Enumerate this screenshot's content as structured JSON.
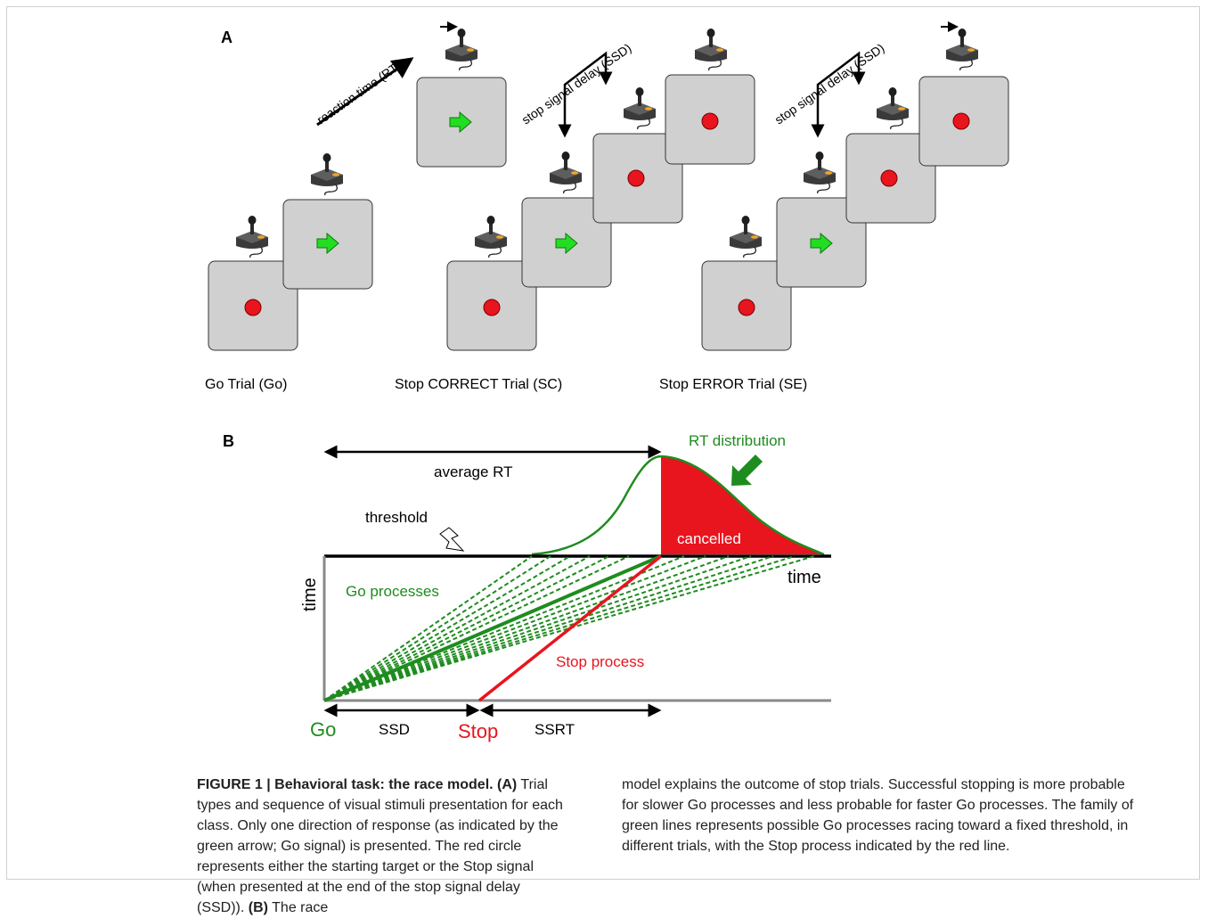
{
  "panelA": {
    "label": "A",
    "rt_label": "reaction time (RT)",
    "ssd_label_1": "stop signal delay (SSD)",
    "ssd_label_2": "stop signal delay (SSD)",
    "trial_go": "Go Trial (Go)",
    "trial_sc": "Stop CORRECT Trial (SC)",
    "trial_se": "Stop ERROR Trial (SE)"
  },
  "panelB": {
    "label": "B",
    "average_rt": "average RT",
    "rt_distribution": "RT distribution",
    "threshold": "threshold",
    "cancelled": "cancelled",
    "time_y": "time",
    "time_x": "time",
    "go_processes": "Go processes",
    "stop_process": "Stop process",
    "go": "Go",
    "ssd": "SSD",
    "stop": "Stop",
    "ssrt": "SSRT"
  },
  "colors": {
    "go_green": "#1e8c1e",
    "stop_red": "#e8141e",
    "panel_gray": "#d0d0d0"
  },
  "caption": {
    "title": "FIGURE 1 | Behavioral task: the race model.",
    "a_tag": "(A)",
    "a_text": "Trial types and sequence of visual stimuli presentation for each class. Only one direction of response (as indicated by the green arrow; Go signal) is presented. The red circle represents either the starting target or the Stop signal (when presented at the end of the stop signal delay (SSD)).",
    "b_tag": "(B)",
    "b_text_start": "The race",
    "b_text_cont": "model explains the outcome of stop trials. Successful stopping is more probable for slower Go processes and less probable for faster Go processes. The family of green lines represents possible Go processes racing toward a fixed threshold, in different trials, with the Stop process indicated by the red line."
  }
}
